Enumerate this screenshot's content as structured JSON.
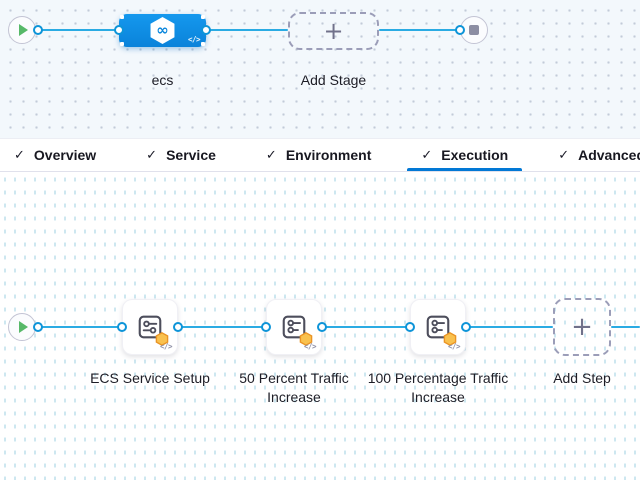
{
  "stage_canvas": {
    "stage": {
      "label": "ecs"
    },
    "add_stage": {
      "label": "Add Stage"
    }
  },
  "tabs": {
    "items": [
      {
        "label": "Overview",
        "checked": true,
        "active": false
      },
      {
        "label": "Service",
        "checked": true,
        "active": false
      },
      {
        "label": "Environment",
        "checked": true,
        "active": false
      },
      {
        "label": "Execution",
        "checked": true,
        "active": true
      },
      {
        "label": "Advanced",
        "checked": true,
        "active": false
      }
    ]
  },
  "execution_canvas": {
    "steps": [
      {
        "label": "ECS Service Setup"
      },
      {
        "label": "50 Percent Traffic Increase"
      },
      {
        "label": "100 Percentage Traffic Increase"
      }
    ],
    "add_step": {
      "label": "Add Step"
    }
  },
  "icons": {
    "check": "✓",
    "plus": "+",
    "code": "</>",
    "infinity": "∞"
  },
  "colors": {
    "accent_blue": "#0278d5",
    "connector_blue": "#2aabe3",
    "stage_node_blue": "#0b8de2",
    "play_green": "#57b969",
    "stop_gray": "#8c8ea3",
    "badge_orange": "#f9c14e",
    "canvas_top_bg": "#f3f8fc",
    "canvas_bottom_bg": "#ffffff"
  }
}
